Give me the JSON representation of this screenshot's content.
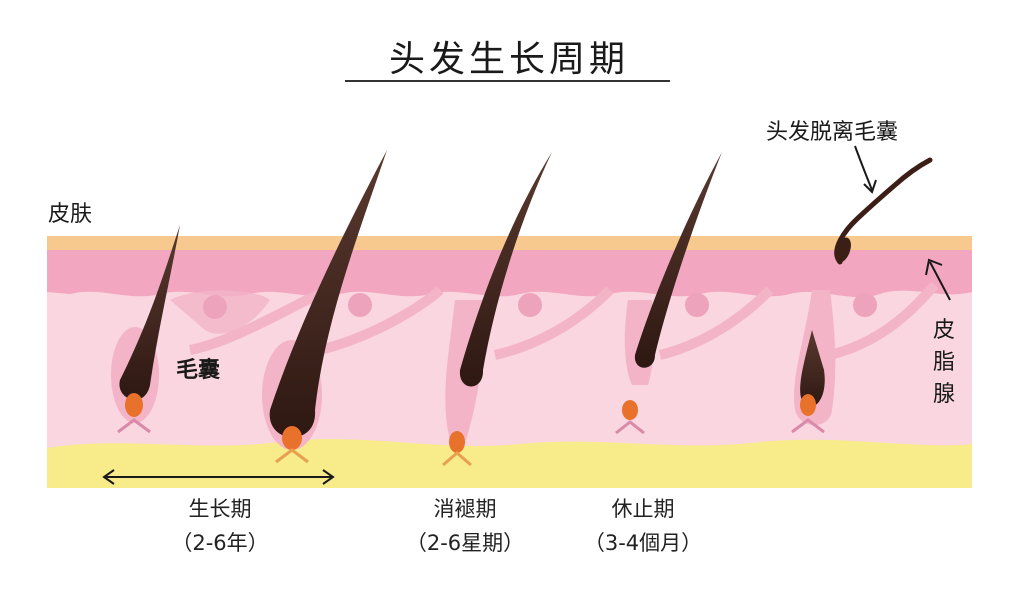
{
  "title": "头发生长周期",
  "labels": {
    "skin": "皮肤",
    "follicle": "毛囊",
    "hair_leaves_follicle": "头发脱离毛囊",
    "sebaceous_gland": [
      "皮",
      "脂",
      "腺"
    ]
  },
  "stages": [
    {
      "name": "生长期",
      "duration": "（2-6年）"
    },
    {
      "name": "消褪期",
      "duration": "（2-6星期）"
    },
    {
      "name": "休止期",
      "duration": "（3-4個月）"
    }
  ],
  "colors": {
    "epidermis_top": "#f8c98f",
    "epidermis": "#f2a6c0",
    "dermis": "#f9d6e0",
    "fat": "#f8ec8a",
    "hair": "#3b1f17",
    "papilla": "#e8712b",
    "follicle_sheath": "#f3b4c8"
  }
}
